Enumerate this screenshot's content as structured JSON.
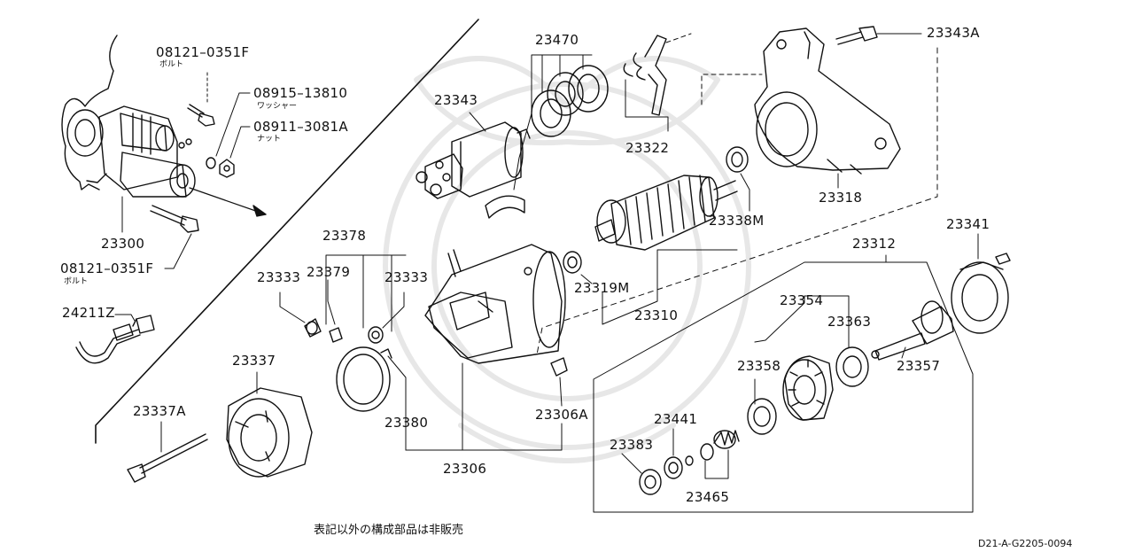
{
  "part_labels": {
    "p08121_0351F_top": "08121–0351F",
    "p08121_0351F_bottom": "08121–0351F",
    "p08915_13810": "08915–13810",
    "p08911_3081A": "08911–3081A",
    "p23300": "23300",
    "p24211Z": "24211Z",
    "p23343": "23343",
    "p23470": "23470",
    "p23322": "23322",
    "p23343A": "23343A",
    "p23318": "23318",
    "p23338M": "23338M",
    "p23378": "23378",
    "p23333_left": "23333",
    "p23379": "23379",
    "p23333_right": "23333",
    "p23319M": "23319M",
    "p23310": "23310",
    "p23312": "23312",
    "p23341": "23341",
    "p23337": "23337",
    "p23354": "23354",
    "p23363": "23363",
    "p23357": "23357",
    "p23358": "23358",
    "p23337A": "23337A",
    "p23380": "23380",
    "p23306A": "23306A",
    "p23441": "23441",
    "p23383": "23383",
    "p23306": "23306",
    "p23465": "23465"
  },
  "japanese_labels": {
    "bolt_top": "ボルト",
    "washer": "ワッシャー",
    "nut": "ナット",
    "bolt_bottom": "ボルト"
  },
  "footer": {
    "note": "表記以外の構成部品は非販売",
    "diagram_code": "D21-A-G2205-0094"
  }
}
